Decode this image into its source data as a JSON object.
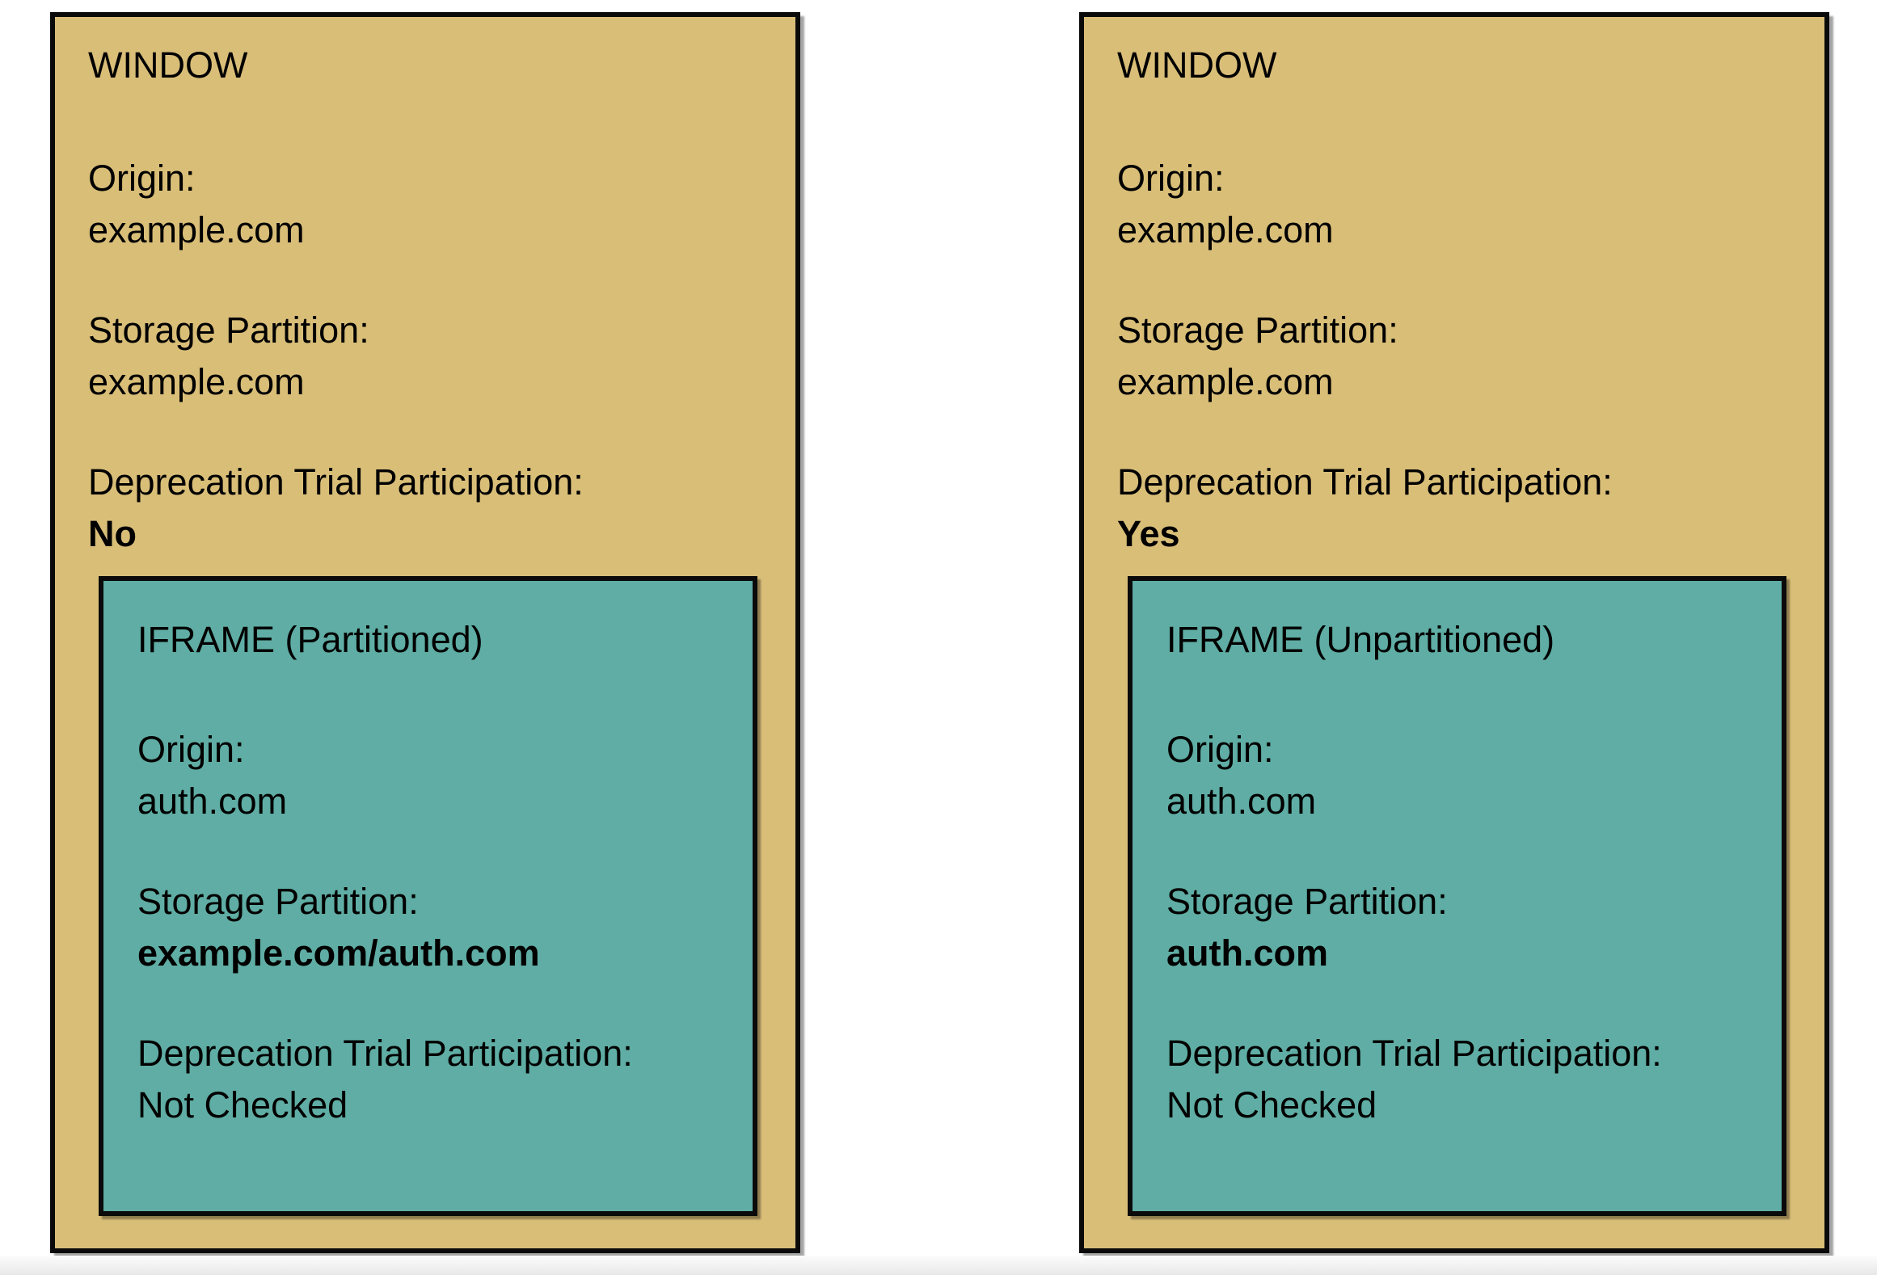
{
  "colors": {
    "window_fill": "#d9be78",
    "iframe_fill": "#5fada4",
    "border": "#0a0a0a",
    "text": "#000000",
    "page_background": "#ffffff",
    "footer_shade": "#e8e8e8"
  },
  "panels": [
    {
      "window": {
        "title": "WINDOW",
        "fields": [
          {
            "label": "Origin:",
            "value": "example.com",
            "bold": false
          },
          {
            "label": "Storage Partition:",
            "value": "example.com",
            "bold": false
          },
          {
            "label": "Deprecation Trial Participation:",
            "value": "No",
            "bold": true
          }
        ],
        "iframe": {
          "title": "IFRAME (Partitioned)",
          "fields": [
            {
              "label": "Origin:",
              "value": "auth.com",
              "bold": false
            },
            {
              "label": "Storage Partition:",
              "value": "example.com/auth.com",
              "bold": true
            },
            {
              "label": "Deprecation Trial Participation:",
              "value": "Not Checked",
              "bold": false
            }
          ]
        }
      }
    },
    {
      "window": {
        "title": "WINDOW",
        "fields": [
          {
            "label": "Origin:",
            "value": "example.com",
            "bold": false
          },
          {
            "label": "Storage Partition:",
            "value": "example.com",
            "bold": false
          },
          {
            "label": "Deprecation Trial Participation:",
            "value": "Yes",
            "bold": true
          }
        ],
        "iframe": {
          "title": "IFRAME (Unpartitioned)",
          "fields": [
            {
              "label": "Origin:",
              "value": "auth.com",
              "bold": false
            },
            {
              "label": "Storage Partition:",
              "value": "auth.com",
              "bold": true
            },
            {
              "label": "Deprecation Trial Participation:",
              "value": "Not Checked",
              "bold": false
            }
          ]
        }
      }
    }
  ]
}
